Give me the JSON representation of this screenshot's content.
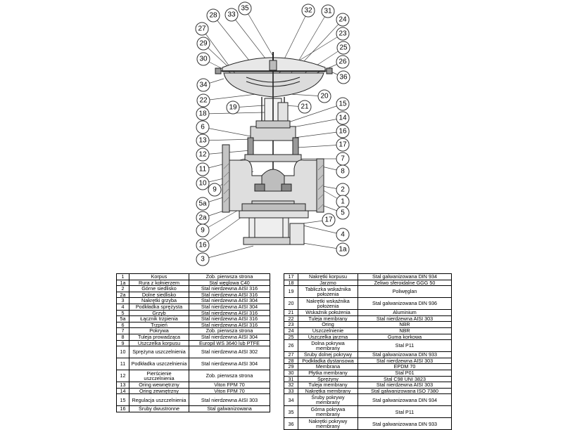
{
  "callouts": [
    "35",
    "33",
    "28",
    "32",
    "31",
    "27",
    "24",
    "23",
    "29",
    "25",
    "30",
    "26",
    "36",
    "34",
    "20",
    "22",
    "19",
    "21",
    "15",
    "18",
    "14",
    "6",
    "16",
    "13",
    "17",
    "12",
    "7",
    "11",
    "8",
    "10",
    "9",
    "2",
    "1",
    "5a",
    "5",
    "2a",
    "17",
    "9",
    "4",
    "16",
    "1a",
    "3"
  ],
  "parts_left": [
    [
      "1",
      "Korpus",
      "Zob. pierwsza strona"
    ],
    [
      "1a",
      "Rura z kołnierzem",
      "Stal węglowa C40"
    ],
    [
      "2",
      "Górne siedlisko",
      "Stal nierdzewna AISI 316"
    ],
    [
      "2a",
      "Dolne siedlisko",
      "Stal nierdzewna AISI 316"
    ],
    [
      "3",
      "Nakrętki grzyba",
      "Stal nierdzewna AISI 304"
    ],
    [
      "4",
      "Podkładka sprężysta",
      "Stal nierdzewna AISI 304"
    ],
    [
      "5",
      "Grzyb",
      "Stal nierdzewna AISI 316"
    ],
    [
      "5a",
      "Łącznik trzpienia",
      "Stal nierdzewna AISI 316"
    ],
    [
      "6",
      "Trzpień",
      "Stal nierdzewna AISI 316"
    ],
    [
      "7",
      "Pokrywa",
      "Zob. pierwsza strona"
    ],
    [
      "8",
      "Tuleja prowadząca",
      "Stal nierdzewna AISI 304"
    ],
    [
      "9",
      "Uszczelka korpusu",
      "Europil WS 3640 lub PTFE"
    ],
    [
      "10",
      "Sprężyna uszczelnienia",
      "Stal nierdzewna AISI 302"
    ],
    [
      "11",
      "Podkładka uszczelnienia",
      "Stal nierdzewna AISI 304"
    ],
    [
      "12",
      "Pierścienie uszczelnienia",
      "Zob. pierwsza strona"
    ],
    [
      "13",
      "Oring wewnętrzny",
      "Viton FPM 70"
    ],
    [
      "14",
      "Oring zewnętrzny",
      "Viton FPM 70"
    ],
    [
      "15",
      "Regulacja uszczelnienia",
      "Stal nierdzewna AISI 303"
    ],
    [
      "16",
      "Śruby dwustronne",
      "Stal galwanizowana"
    ]
  ],
  "parts_right": [
    [
      "17",
      "Nakrętki korpusu",
      "Stal galwanizowana DIN 934"
    ],
    [
      "18",
      "Jarzmo",
      "Żeliwo sferoidalne GGG 50"
    ],
    [
      "19",
      "Tabliczka wskaźnika położenia",
      "Poliwęglan"
    ],
    [
      "20",
      "Nakrętki wskaźnika położenia",
      "Stal galwanizowana DIN 936"
    ],
    [
      "21",
      "Wskaźnik położenia",
      "Aluminium"
    ],
    [
      "22",
      "Tuleja membrany",
      "Stal nierdzewna AISI 303"
    ],
    [
      "23",
      "Oring",
      "NBR"
    ],
    [
      "24",
      "Uszczelnienie",
      "NBR"
    ],
    [
      "25",
      "Uszczelka jarzma",
      "Guma korkowa"
    ],
    [
      "26",
      "Dolna pokrywa membrany",
      "Stal P11"
    ],
    [
      "27",
      "Śruby dolnej pokrywy",
      "Stal galwanizowana DIN 933"
    ],
    [
      "28",
      "Podkładka dystansowa",
      "Stal nierdzewna AISI 303"
    ],
    [
      "29",
      "Membrana",
      "EPDM 70"
    ],
    [
      "30",
      "Płytka membrany",
      "Stal P01"
    ],
    [
      "31",
      "Sprężyny",
      "Stal C98 UNI 3823"
    ],
    [
      "32",
      "Tuleja membrany",
      "Stal nierdzewna AISI 303"
    ],
    [
      "33",
      "Nakrętka membrany",
      "Stal galwanizowana ISO 7380"
    ],
    [
      "34",
      "Śruby pokrywy membrany",
      "Stal galwanizowana DIN 934"
    ],
    [
      "35",
      "Górna pokrywa membrany",
      "Stal P11"
    ],
    [
      "36",
      "Nakrętki pokrywy membrany",
      "Stal galwanizowana DIN 933"
    ]
  ]
}
